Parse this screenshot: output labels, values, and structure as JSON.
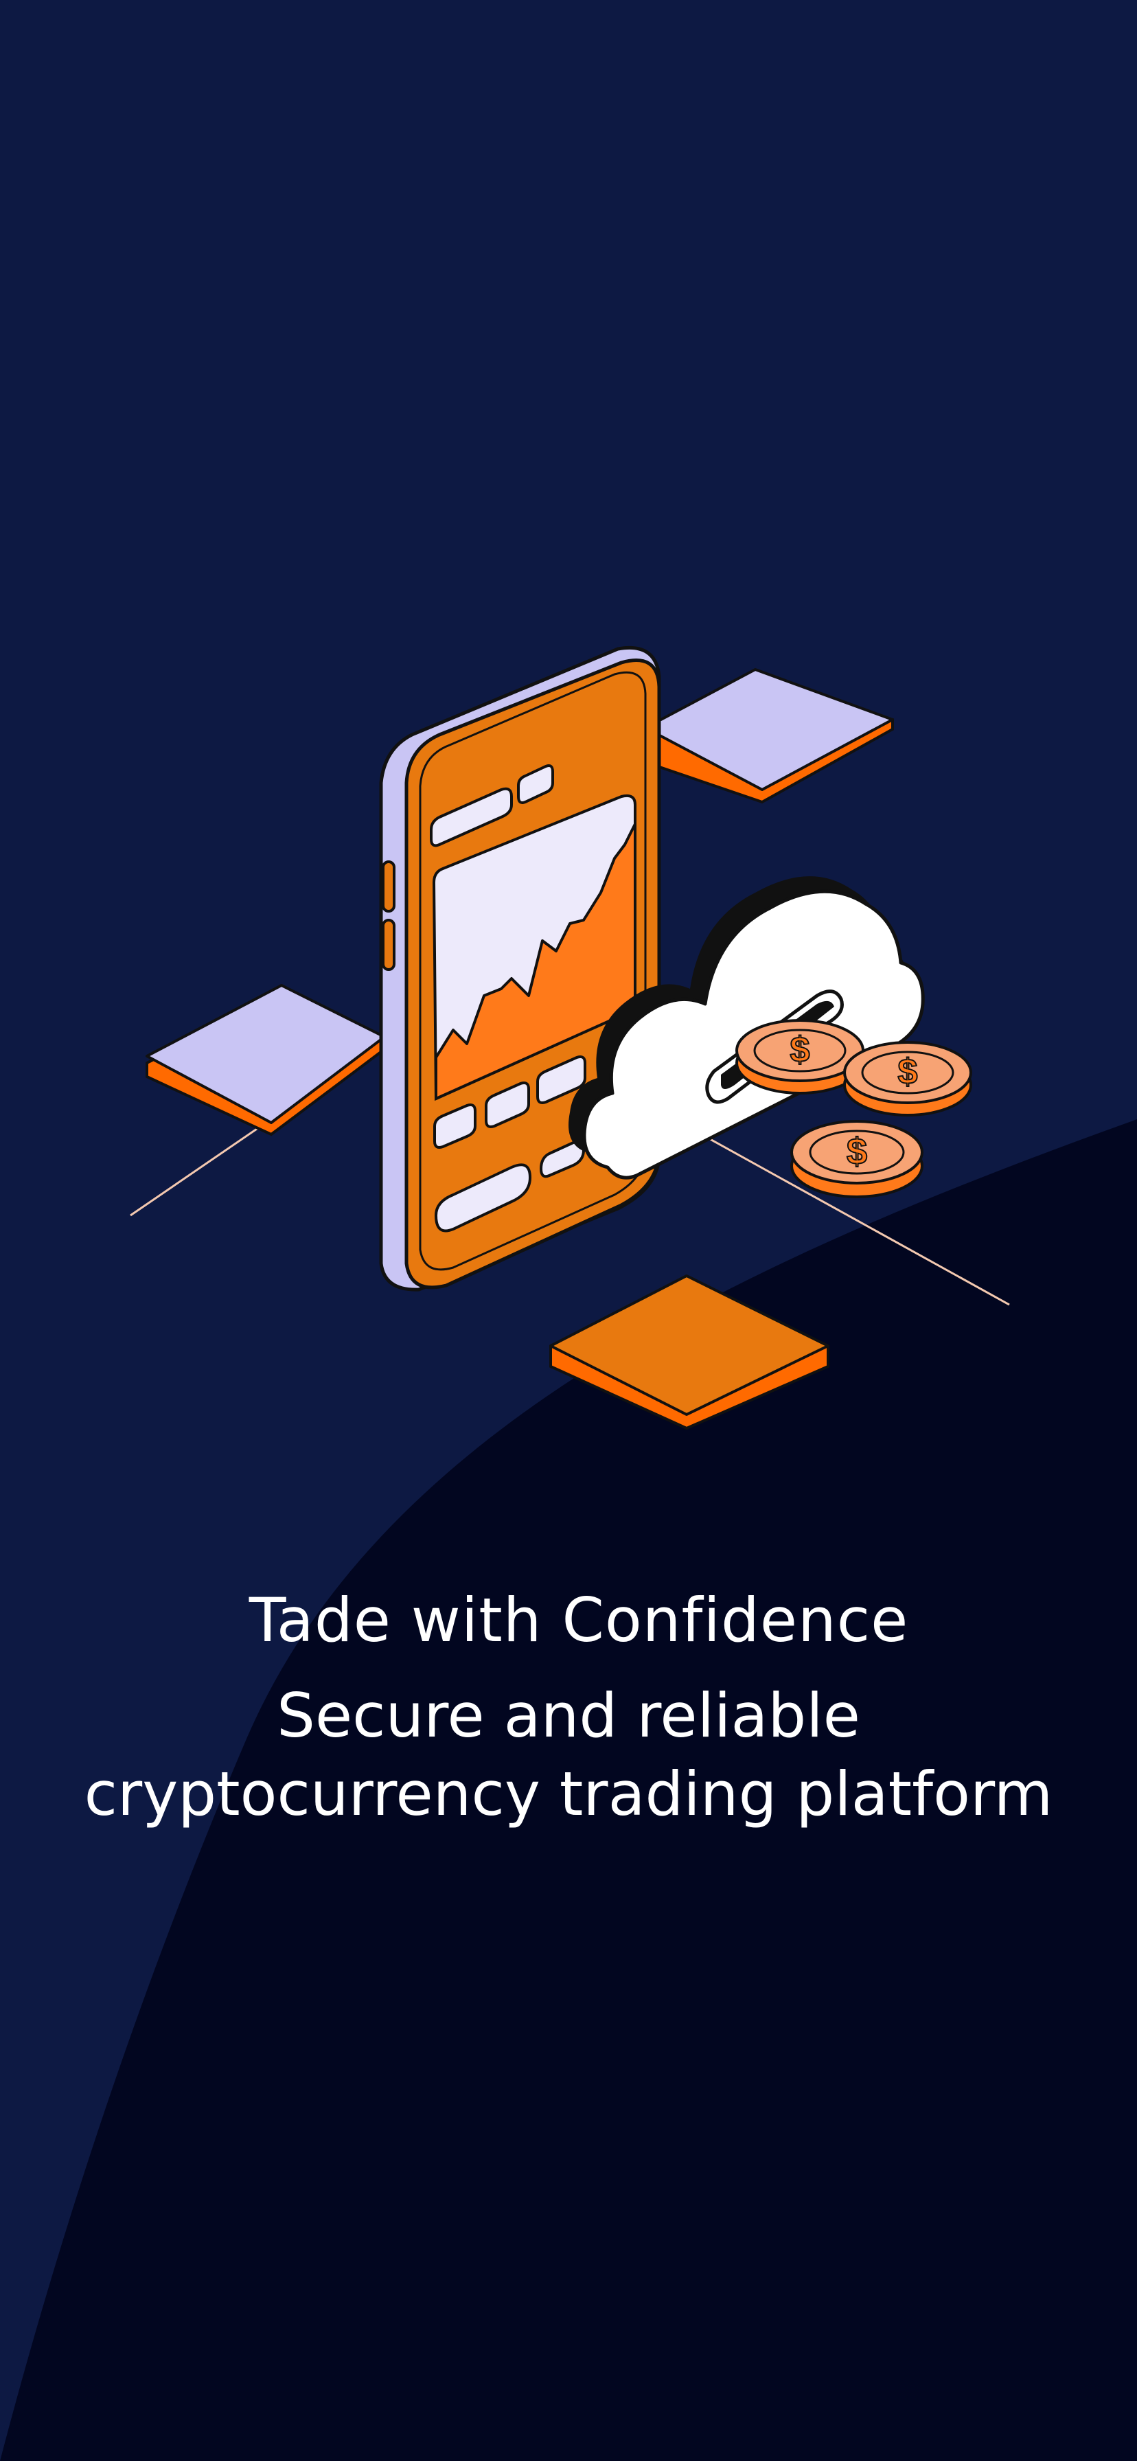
{
  "onboarding": {
    "title": "Tade with Confidence",
    "subtitle": "Secure and reliable cryptocurrency trading platform"
  },
  "illustration": {
    "icon": "phone-cloud-coins-illustration",
    "colors": {
      "background": "#0D1943",
      "curve": "#020620",
      "orange": "#E8790F",
      "orange_dark": "#FF6A00",
      "lavender": "#C9C5F4",
      "outline": "#111111",
      "white": "#FFFFFF"
    }
  }
}
